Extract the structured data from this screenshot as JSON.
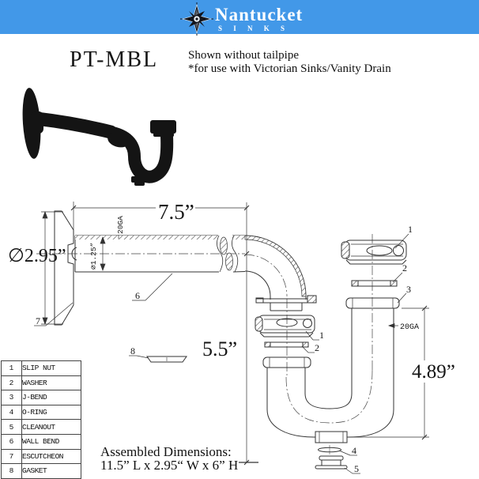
{
  "colors": {
    "header_bg": "#4298e8",
    "ink": "#333333",
    "photo": "#141414"
  },
  "header": {
    "brand": "Nantucket",
    "brand_sub": "S I N K S"
  },
  "title": {
    "model": "PT-MBL",
    "note1": "Shown without tailpipe",
    "note2": "*for use with Victorian Sinks/Vanity Drain"
  },
  "drawing": {
    "dim_length": "7.5”",
    "dim_escutcheon": "∅2.95”",
    "dim_drop": "5.5”",
    "dim_jbend": "4.89”",
    "dim_pipe_dia": "∅1.25”",
    "gauge_wall_bend": "20GA",
    "gauge_jbend": "20GA",
    "callouts": {
      "n1": "1",
      "n2": "2",
      "n3": "3",
      "n4": "4",
      "n5": "5",
      "n6": "6",
      "n7": "7",
      "n8": "8"
    }
  },
  "parts_table": {
    "rows": [
      {
        "num": "1",
        "name": "SLIP NUT"
      },
      {
        "num": "2",
        "name": "WASHER"
      },
      {
        "num": "3",
        "name": "J-BEND"
      },
      {
        "num": "4",
        "name": "O-RING"
      },
      {
        "num": "5",
        "name": "CLEANOUT"
      },
      {
        "num": "6",
        "name": "WALL BEND"
      },
      {
        "num": "7",
        "name": "ESCUTCHEON"
      },
      {
        "num": "8",
        "name": "GASKET"
      }
    ]
  },
  "assembled": {
    "line1": "Assembled Dimensions:",
    "line2": "11.5” L x 2.95“ W x 6” H"
  }
}
